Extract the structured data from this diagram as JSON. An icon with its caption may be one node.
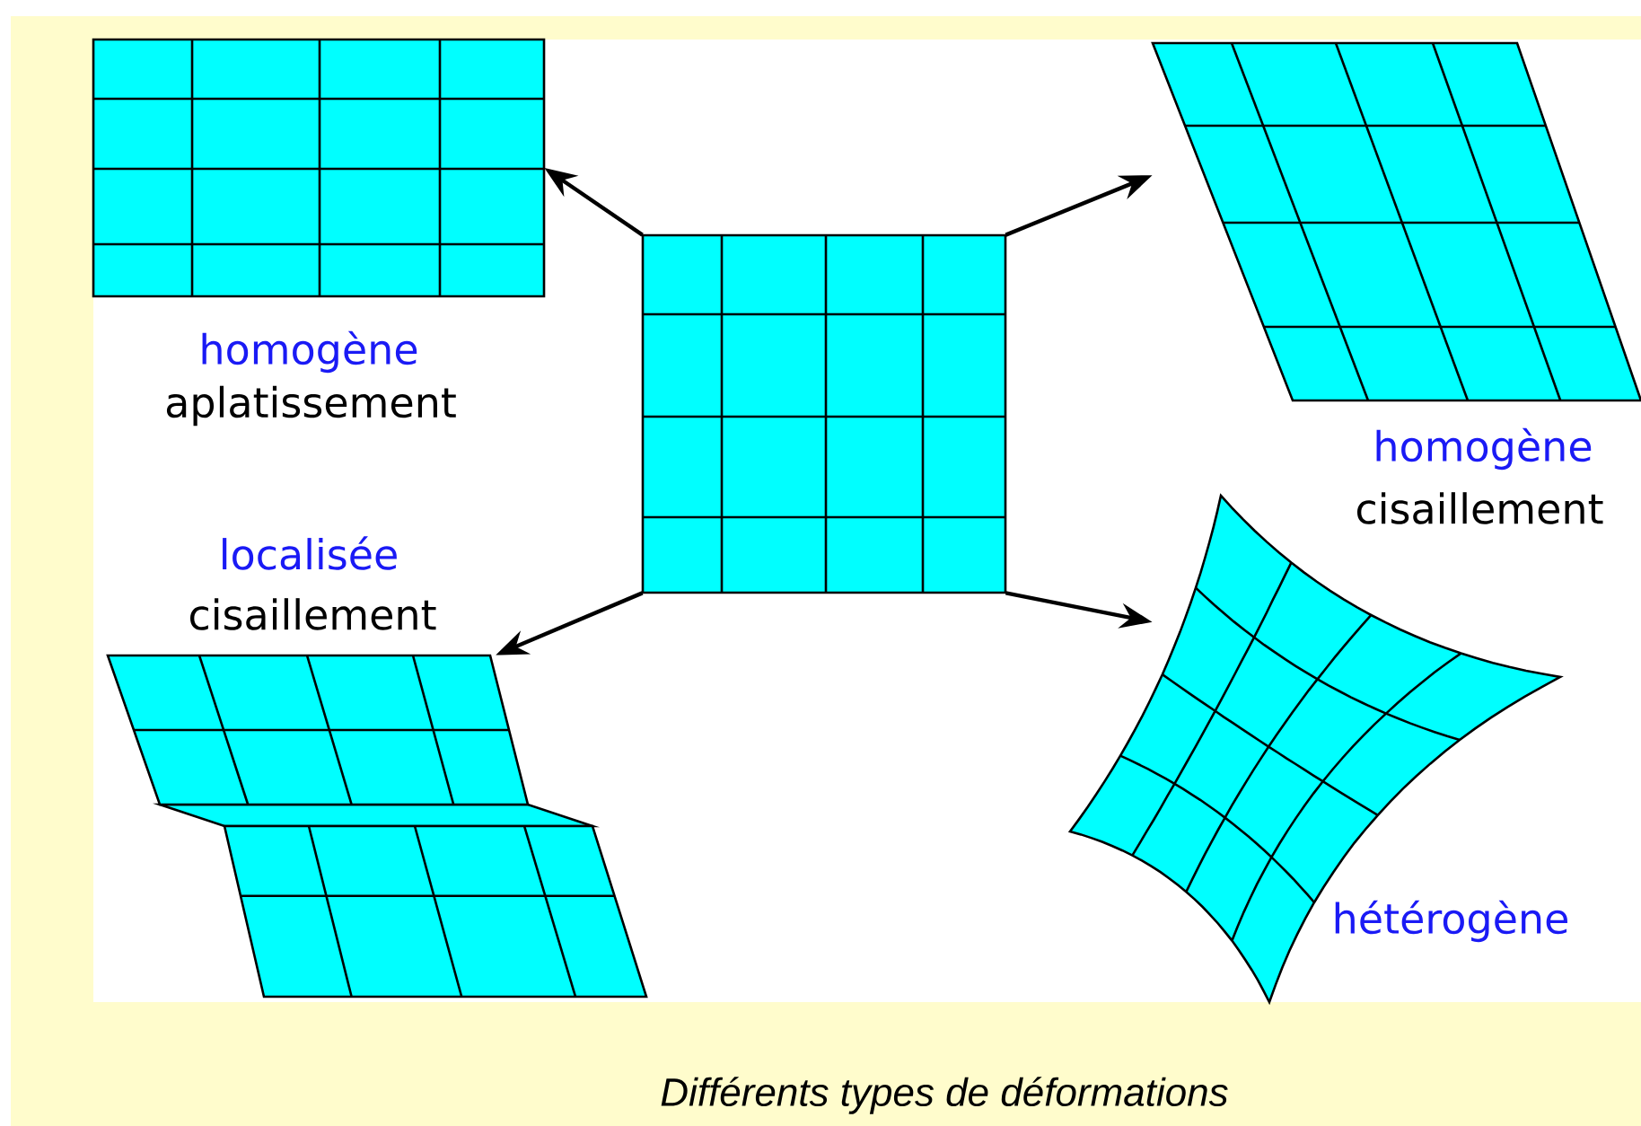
{
  "diagram": {
    "caption": "Différents types de déformations",
    "nodes": [
      {
        "text": [],
        "shape": "box"
      },
      {
        "text": [
          "homogène",
          "aplatissement"
        ]
      },
      {
        "text": [
          "homogène",
          "cisaillement"
        ]
      },
      {
        "text": [
          "localisée",
          "cisaillement"
        ]
      },
      {
        "text": [
          "hétérogène"
        ]
      }
    ],
    "edges": [
      {
        "from": 0,
        "to": 1,
        "arrow": "to"
      },
      {
        "from": 0,
        "to": 2,
        "arrow": "to"
      },
      {
        "from": 0,
        "to": 3,
        "arrow": "to"
      },
      {
        "from": 0,
        "to": 4,
        "arrow": "to"
      }
    ]
  }
}
